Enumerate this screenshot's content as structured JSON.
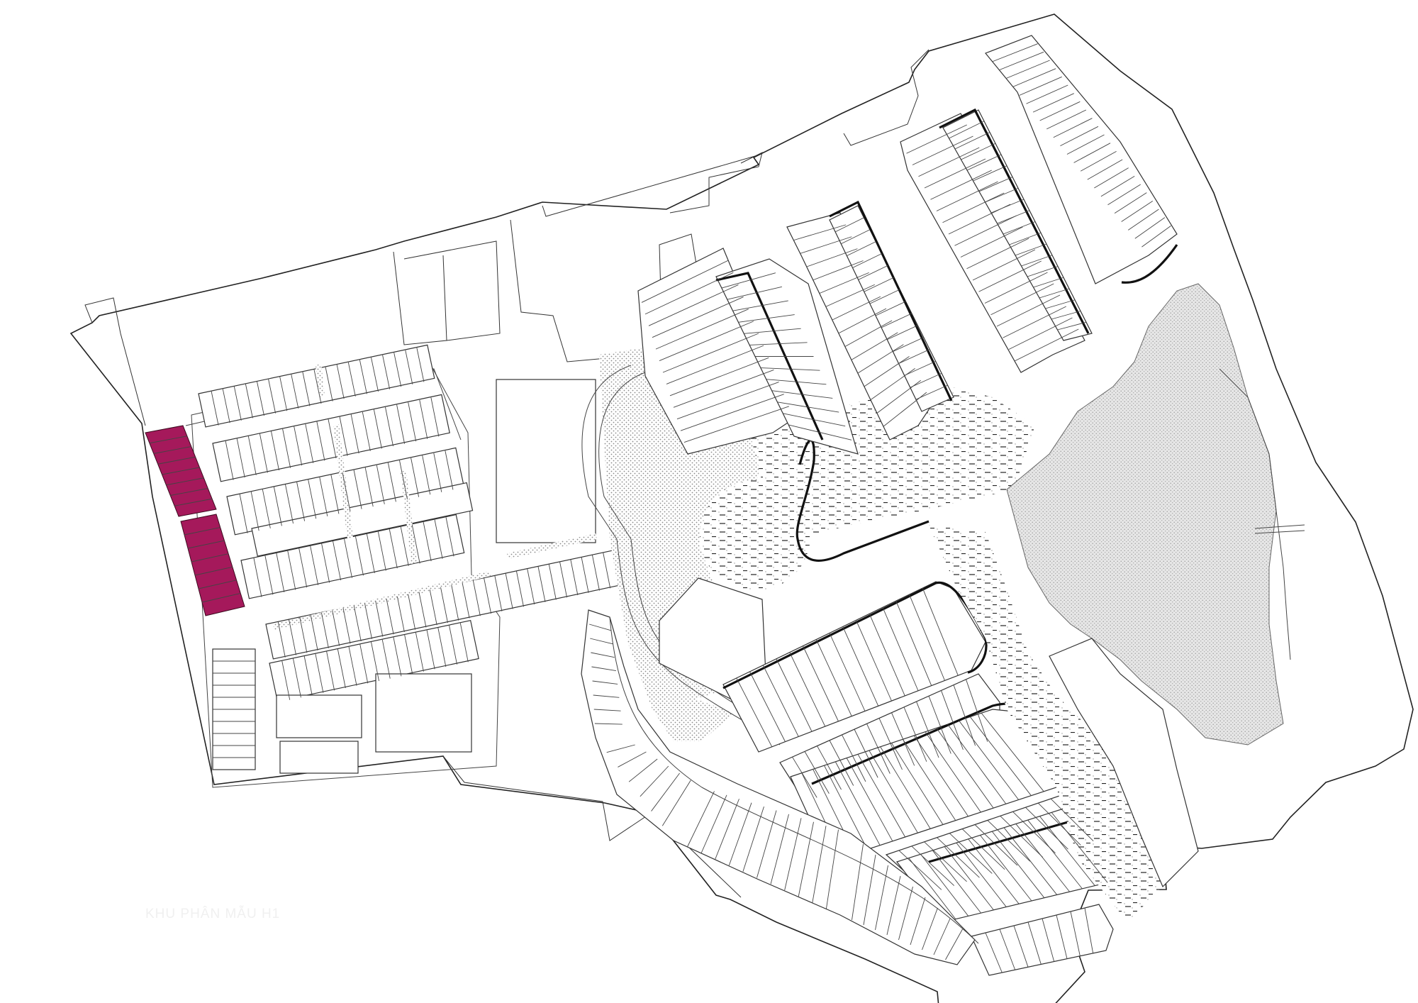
{
  "map": {
    "caption": "KHU PHÂN MẪU H1",
    "highlight_color": "#a5195b",
    "highlighted_groups": [
      {
        "name": "group-upper",
        "lot_count": 8
      },
      {
        "name": "group-lower",
        "lot_count": 7
      }
    ],
    "legend_icons": [
      "dot-pattern",
      "dash-pattern",
      "grey-terrain"
    ]
  }
}
